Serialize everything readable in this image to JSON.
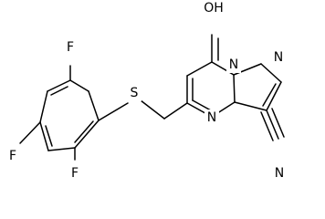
{
  "molecule": {
    "atoms": {
      "oh": "OH",
      "n_bridge": "N",
      "n_pyrazole": "N",
      "n_pyrimidine": "N",
      "n_nitrile": "N",
      "s": "S",
      "f_top": "F",
      "f_left": "F",
      "f_bottom": "F"
    },
    "colors": {
      "bond": "#000000",
      "label": "#000000",
      "background": "#ffffff"
    }
  }
}
